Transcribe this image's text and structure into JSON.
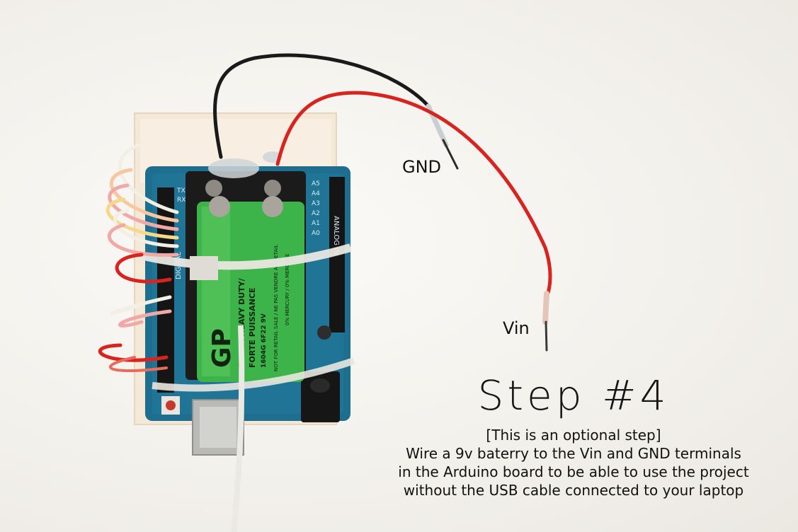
{
  "labels": {
    "gnd": "GND",
    "vin": "Vin"
  },
  "caption": {
    "title": "Step #4",
    "lines": [
      "[This is an optional step]",
      "Wire a 9v baterry to the Vin and GND terminals",
      "in the Arduino board to be able to use the project",
      "without the USB cable connected to your laptop"
    ]
  },
  "battery_text": {
    "brand": "GP",
    "line1": "EXTRA HEAVY DUTY/",
    "line2": "FORTE PUISSANCE",
    "line3": "1604G 6F22 9V",
    "line4": "NOT FOR RETAIL SALE / NE PAS VENDRE AU DETAIL",
    "line5": "0% MERCURY / 0% MERCURE"
  },
  "board_text": {
    "analog_in": "ANALOG IN",
    "digital": "DIGITAL",
    "pins": [
      "A5",
      "A4",
      "A3",
      "A2",
      "A1",
      "A0"
    ],
    "tx": "TX",
    "rx": "RX"
  },
  "colors": {
    "background": "#f3f1ec",
    "board": "#1e6f8f",
    "battery": "#3cb44a",
    "wire_red": "#d8231f",
    "wire_black": "#1a1a1a",
    "foam": "#f4e9d8"
  }
}
